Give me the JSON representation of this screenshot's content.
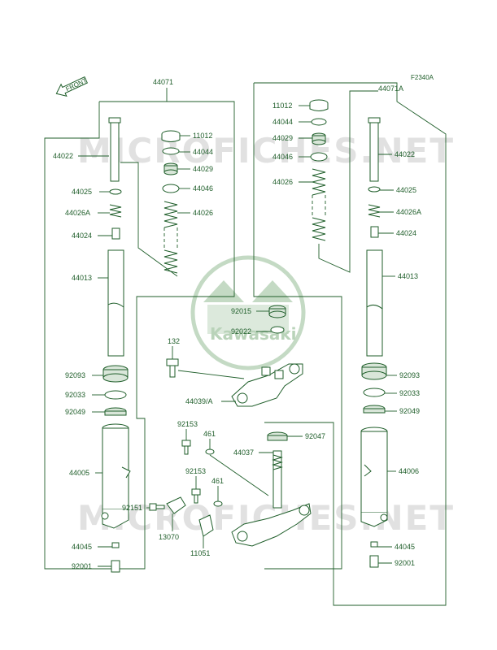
{
  "figure_code": "F2340A",
  "front_badge": "FRONT",
  "watermark": "MICROFICHES.NET",
  "brand": "Kawasaki",
  "labels": {
    "p44071": "44071",
    "p44071A": "44071A",
    "p11012_l": "11012",
    "p44044_l": "44044",
    "p44029_l": "44029",
    "p44046_l": "44046",
    "p44026_l": "44026",
    "p44022_l": "44022",
    "p44025_l": "44025",
    "p44026A_l": "44026A",
    "p44024_l": "44024",
    "p44013_l": "44013",
    "p92093_l": "92093",
    "p92033_l": "92033",
    "p92049_l": "92049",
    "p44005": "44005",
    "p44045_l": "44045",
    "p92001_l": "92001",
    "p11012_r": "11012",
    "p44044_r": "44044",
    "p44029_r": "44029",
    "p44046_r": "44046",
    "p44026_r": "44026",
    "p44022_r": "44022",
    "p44025_r": "44025",
    "p44026A_r": "44026A",
    "p44024_r": "44024",
    "p44013_r": "44013",
    "p92093_r": "92093",
    "p92033_r": "92033",
    "p92049_r": "92049",
    "p44006": "44006",
    "p44045_r": "44045",
    "p92001_r": "92001",
    "p92015": "92015",
    "p92022": "92022",
    "p132": "132",
    "p44039A": "44039/A",
    "p92153_a": "92153",
    "p461_a": "461",
    "p44037": "44037",
    "p92047": "92047",
    "p92153_b": "92153",
    "p461_b": "461",
    "p92151": "92151",
    "p13070": "13070",
    "p11051": "11051"
  }
}
